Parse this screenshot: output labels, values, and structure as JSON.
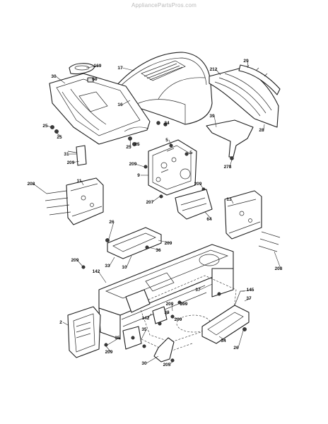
{
  "watermark": "AppliancePartsPros.com",
  "callouts": [
    {
      "id": "c169",
      "label": "169"
    },
    {
      "id": "c30",
      "label": "30"
    },
    {
      "id": "c50",
      "label": "50"
    },
    {
      "id": "c25a",
      "label": "25"
    },
    {
      "id": "c25b",
      "label": "25"
    },
    {
      "id": "c31",
      "label": "31"
    },
    {
      "id": "c209a",
      "label": "209"
    },
    {
      "id": "c208a",
      "label": "208"
    },
    {
      "id": "c11",
      "label": "11"
    },
    {
      "id": "c16",
      "label": "16"
    },
    {
      "id": "c17",
      "label": "17"
    },
    {
      "id": "c24",
      "label": "24"
    },
    {
      "id": "c25c",
      "label": "25"
    },
    {
      "id": "c25d",
      "label": "25"
    },
    {
      "id": "c29",
      "label": "29"
    },
    {
      "id": "c212",
      "label": "212"
    },
    {
      "id": "c28",
      "label": "28"
    },
    {
      "id": "c39",
      "label": "39"
    },
    {
      "id": "c278",
      "label": "278"
    },
    {
      "id": "c5a",
      "label": "5"
    },
    {
      "id": "c5b",
      "label": "5"
    },
    {
      "id": "c209b",
      "label": "209"
    },
    {
      "id": "c9",
      "label": "9"
    },
    {
      "id": "c209c",
      "label": "209"
    },
    {
      "id": "c207",
      "label": "207"
    },
    {
      "id": "c64",
      "label": "64"
    },
    {
      "id": "c13",
      "label": "13"
    },
    {
      "id": "c208b",
      "label": "208"
    },
    {
      "id": "c26a",
      "label": "26"
    },
    {
      "id": "c209d",
      "label": "209"
    },
    {
      "id": "c36",
      "label": "36"
    },
    {
      "id": "c33",
      "label": "33"
    },
    {
      "id": "c10",
      "label": "10"
    },
    {
      "id": "c209e",
      "label": "209"
    },
    {
      "id": "c142a",
      "label": "142"
    },
    {
      "id": "c37a",
      "label": "37"
    },
    {
      "id": "c145",
      "label": "145"
    },
    {
      "id": "c37b",
      "label": "37"
    },
    {
      "id": "c209f",
      "label": "209"
    },
    {
      "id": "c2",
      "label": "2"
    },
    {
      "id": "c142b",
      "label": "142"
    },
    {
      "id": "c209g",
      "label": "209"
    },
    {
      "id": "c38a",
      "label": "38"
    },
    {
      "id": "c209h",
      "label": "209"
    },
    {
      "id": "c35a",
      "label": "35"
    },
    {
      "id": "c35b",
      "label": "35"
    },
    {
      "id": "c205",
      "label": "205"
    },
    {
      "id": "c34",
      "label": "34"
    },
    {
      "id": "c26b",
      "label": "26"
    },
    {
      "id": "c30b",
      "label": "30"
    },
    {
      "id": "c209i",
      "label": "209"
    }
  ]
}
